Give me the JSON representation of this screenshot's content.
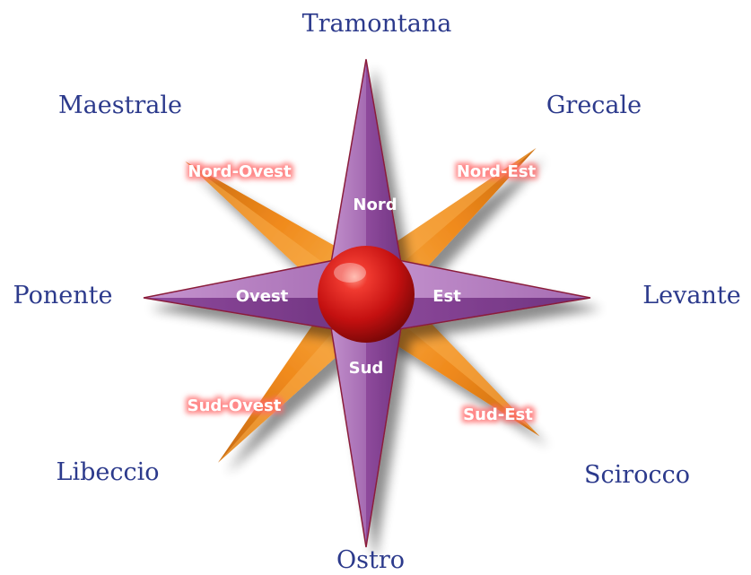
{
  "winds": {
    "n": "Tramontana",
    "ne": "Grecale",
    "e": "Levante",
    "se": "Scirocco",
    "s": "Ostro",
    "sw": "Libeccio",
    "w": "Ponente",
    "nw": "Maestrale"
  },
  "directions": {
    "n": "Nord",
    "e": "Est",
    "s": "Sud",
    "w": "Ovest",
    "ne": "Nord-Est",
    "se": "Sud-Est",
    "sw": "Sud-Ovest",
    "nw": "Nord-Ovest"
  },
  "colors": {
    "wind_text": "#2c3a8c",
    "cardinal_points": "#9b5ba8",
    "intercardinal_points": "#f09a2e",
    "intercardinal_labels": "#d8262f",
    "center_sphere": "#d01818"
  }
}
